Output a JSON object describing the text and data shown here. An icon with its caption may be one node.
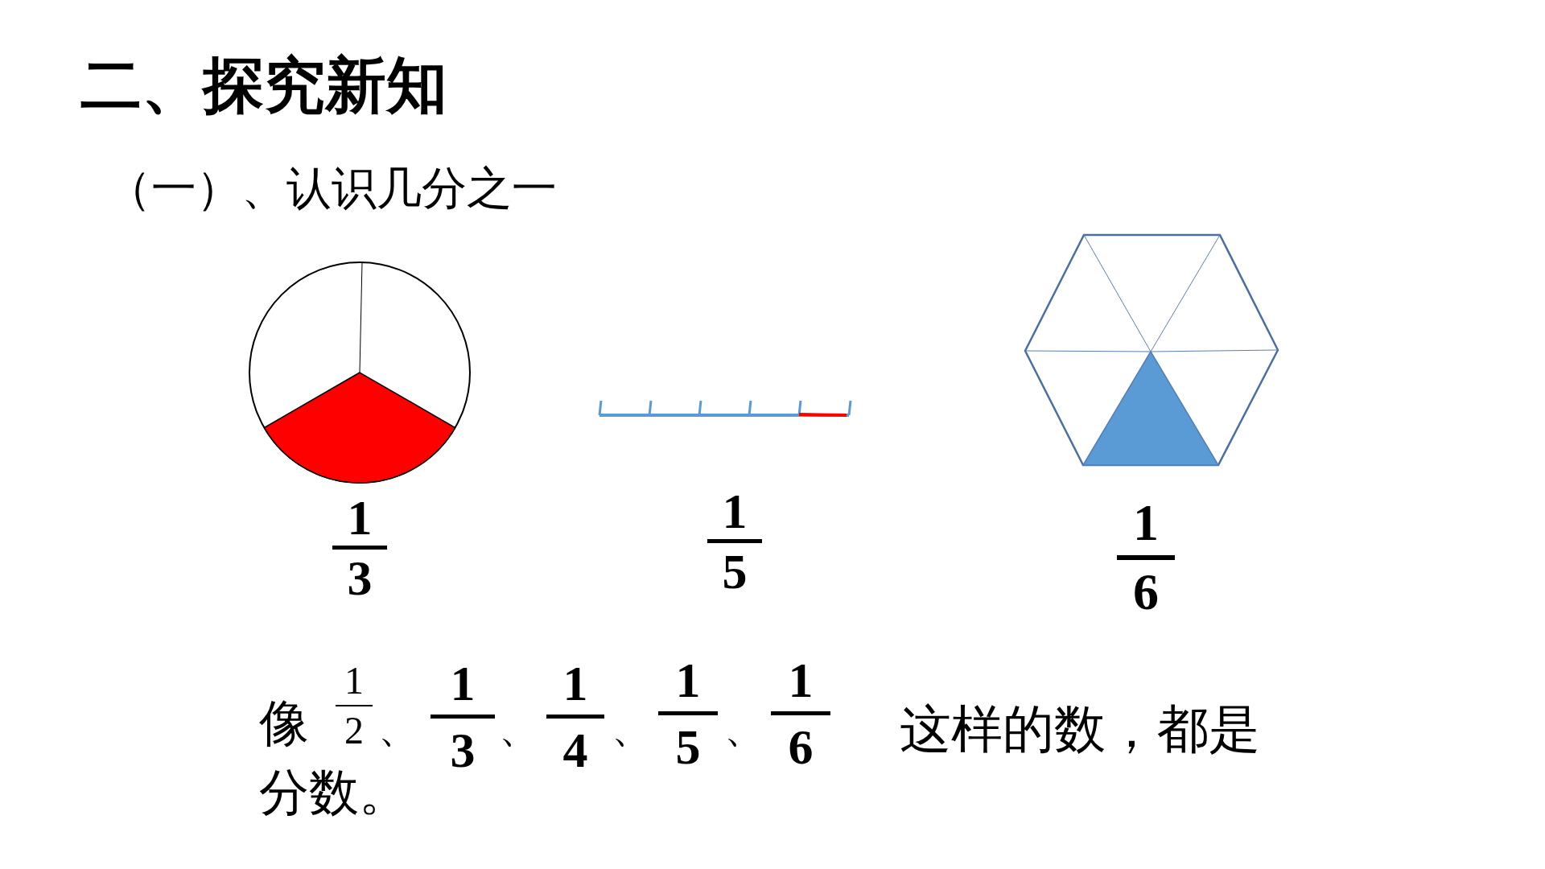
{
  "diagram": {
    "title": "二、探究新知",
    "labels": [
      "（一）、认识几分之一",
      "1",
      "3",
      "1",
      "5",
      "1",
      "6",
      "像",
      "1",
      "2",
      "、",
      "1",
      "3",
      "、",
      "1",
      "4",
      "、",
      "1",
      "5",
      "、",
      "1",
      "6",
      "这样的数，都是",
      "分数。"
    ]
  }
}
